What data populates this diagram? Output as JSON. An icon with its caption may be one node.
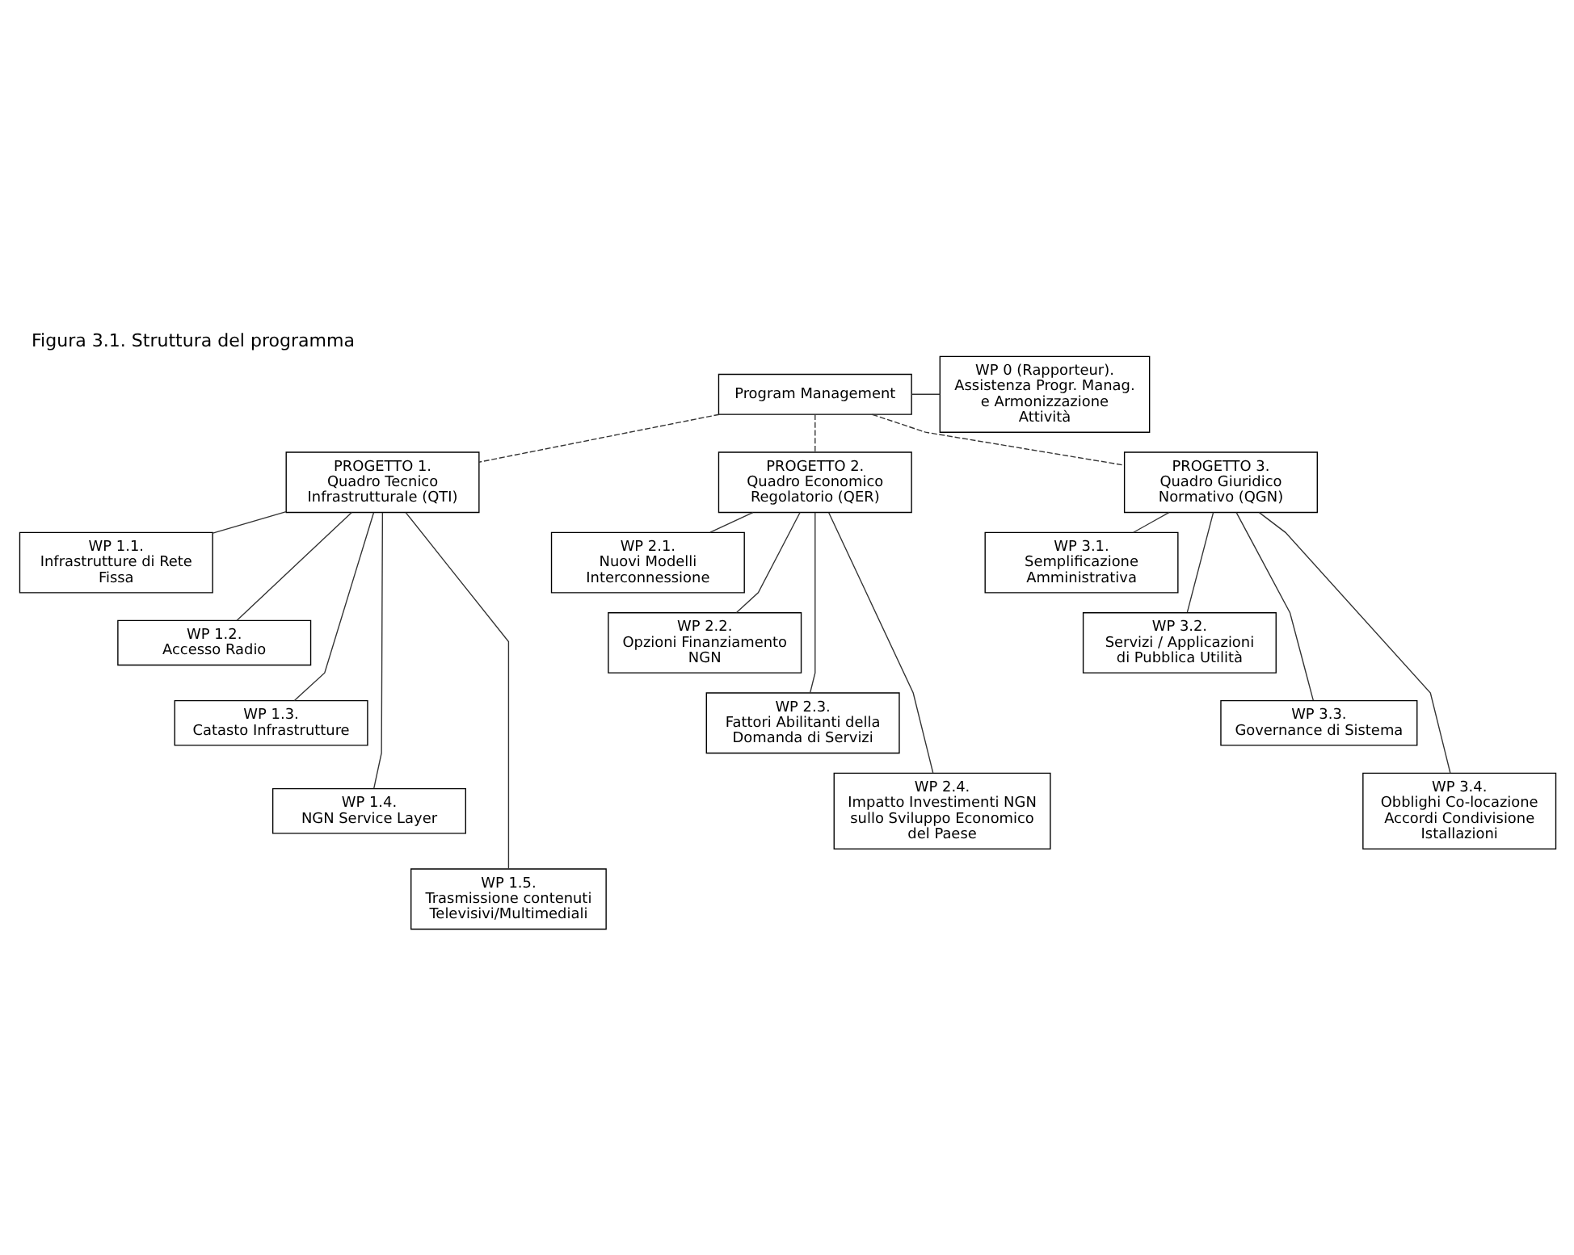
{
  "diagram": {
    "title": "Figura 3.1. Struttura del programma",
    "nodes": [
      {
        "text": [
          "Program Management"
        ]
      },
      {
        "text": [
          "WP 0 (Rapporteur). Assistenza Progr. Manag. e Armonizzazione Attività"
        ]
      },
      {
        "text": [
          "PROGETTO 1.",
          "Quadro Tecnico Infrastrutturale (QTI)"
        ]
      },
      {
        "text": [
          "PROGETTO 2.",
          "Quadro Economico Regolatorio (QER)"
        ]
      },
      {
        "text": [
          "PROGETTO 3.",
          "Quadro Giuridico Normativo (QGN)"
        ]
      },
      {
        "text": [
          "WP 1.1.",
          "Infrastrutture di Rete Fissa"
        ]
      },
      {
        "text": [
          "WP 1.2.",
          "Accesso Radio"
        ]
      },
      {
        "text": [
          "WP 1.3.",
          "Catasto Infrastrutture"
        ]
      },
      {
        "text": [
          "WP 1.4.",
          "NGN Service Layer"
        ]
      },
      {
        "text": [
          "WP 1.5.",
          "Trasmissione contenuti Televisivi/Multimediali"
        ]
      },
      {
        "text": [
          "WP 2.1.",
          "Nuovi Modelli Interconnessione"
        ]
      },
      {
        "text": [
          "WP 2.2.",
          "Opzioni Finanziamento NGN"
        ]
      },
      {
        "text": [
          "WP 2.3.",
          "Fattori Abilitanti della Domanda di Servizi"
        ]
      },
      {
        "text": [
          "WP 2.4.",
          "Impatto Investimenti NGN sullo Sviluppo Economico del Paese"
        ]
      },
      {
        "text": [
          "WP 3.1.",
          "Semplificazione Amministrativa"
        ]
      },
      {
        "text": [
          "WP 3.2.",
          "Servizi / Applicazioni di Pubblica Utilità"
        ]
      },
      {
        "text": [
          "WP 3.3.",
          "Governance di Sistema"
        ]
      },
      {
        "text": [
          "WP 3.4.",
          "Obblighi Co-locazione Accordi Condivisione Istallazioni"
        ]
      }
    ],
    "edges": [
      {
        "from": 0,
        "to": 1,
        "arrow": "none"
      },
      {
        "from": 0,
        "to": 2,
        "arrow": "none",
        "style": "dashed"
      },
      {
        "from": 0,
        "to": 3,
        "arrow": "none",
        "style": "dashed"
      },
      {
        "from": 0,
        "to": 4,
        "arrow": "none",
        "style": "dashed"
      },
      {
        "from": 2,
        "to": 5,
        "arrow": "none"
      },
      {
        "from": 2,
        "to": 6,
        "arrow": "none"
      },
      {
        "from": 2,
        "to": 7,
        "arrow": "none"
      },
      {
        "from": 2,
        "to": 8,
        "arrow": "none"
      },
      {
        "from": 2,
        "to": 9,
        "arrow": "none"
      },
      {
        "from": 3,
        "to": 10,
        "arrow": "none"
      },
      {
        "from": 3,
        "to": 11,
        "arrow": "none"
      },
      {
        "from": 3,
        "to": 12,
        "arrow": "none"
      },
      {
        "from": 3,
        "to": 13,
        "arrow": "none"
      },
      {
        "from": 4,
        "to": 14,
        "arrow": "none"
      },
      {
        "from": 4,
        "to": 15,
        "arrow": "none"
      },
      {
        "from": 4,
        "to": 16,
        "arrow": "none"
      },
      {
        "from": 4,
        "to": 17,
        "arrow": "none"
      }
    ]
  }
}
